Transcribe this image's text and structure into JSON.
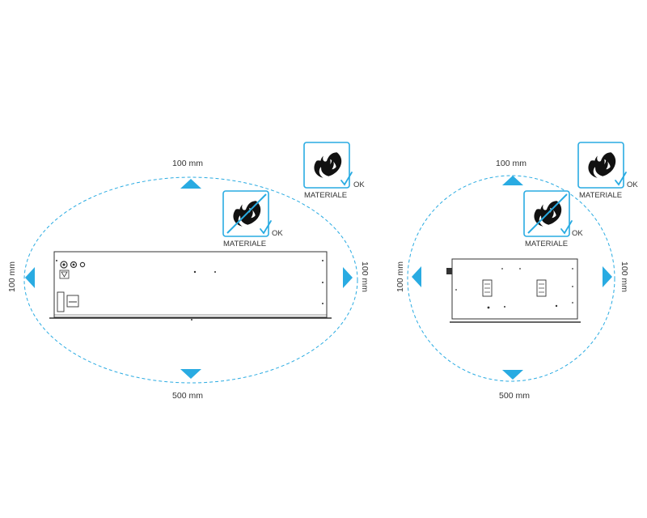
{
  "colors": {
    "accent": "#29ABE2",
    "line": "#333333",
    "icon": "#111111"
  },
  "left_view": {
    "top_clearance": "100 mm",
    "bottom_clearance": "500 mm",
    "left_clearance": "100 mm",
    "right_clearance": "100 mm",
    "material_ok": {
      "label": "MATERIALE",
      "ok": "OK"
    },
    "material_forbidden": {
      "label": "MATERIALE",
      "ok": "OK"
    }
  },
  "right_view": {
    "top_clearance": "100 mm",
    "bottom_clearance": "500 mm",
    "left_clearance": "100 mm",
    "right_clearance": "100 mm",
    "material_ok": {
      "label": "MATERIALE",
      "ok": "OK"
    },
    "material_forbidden": {
      "label": "MATERIALE",
      "ok": "OK"
    }
  },
  "icons": [
    "flame-icon",
    "check-icon",
    "prohibited-slash-icon",
    "arrow-up-icon",
    "arrow-down-icon",
    "arrow-left-icon",
    "arrow-right-icon"
  ]
}
